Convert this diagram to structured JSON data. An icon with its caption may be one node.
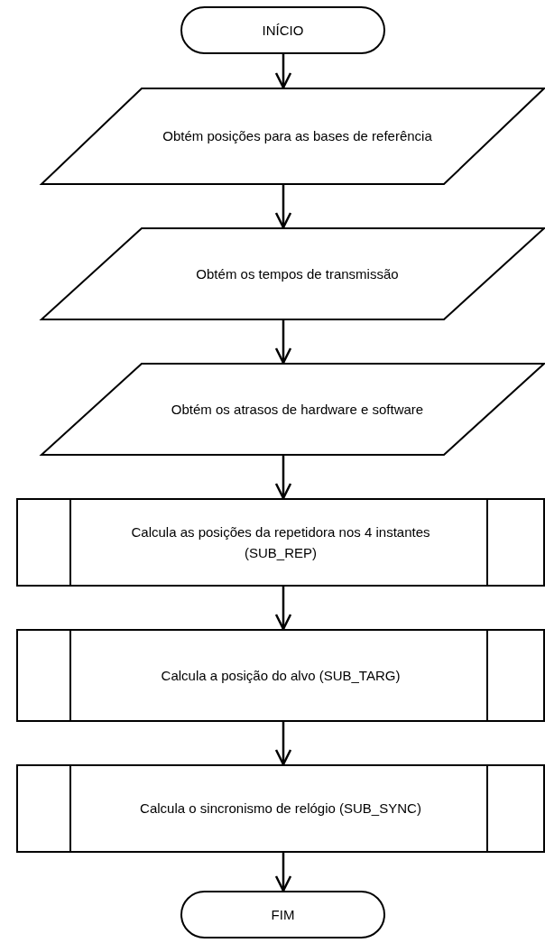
{
  "diagram": {
    "nodes": [
      {
        "text": [
          "INÍCIO"
        ]
      },
      {
        "text": [
          "Obtém posições para as bases de referência"
        ]
      },
      {
        "text": [
          "Obtém os tempos de transmissão"
        ]
      },
      {
        "text": [
          "Obtém os atrasos de hardware e software"
        ]
      },
      {
        "text": [
          "Calcula as posições da repetidora nos 4 instantes (SUB_REP)"
        ]
      },
      {
        "text": [
          "Calcula a posição do alvo (SUB_TARG)"
        ]
      },
      {
        "text": [
          "Calcula o sincronismo de relógio (SUB_SYNC)"
        ]
      },
      {
        "text": [
          "FIM"
        ]
      }
    ],
    "edges": [
      {
        "from": 0,
        "to": 1,
        "arrow": "to"
      },
      {
        "from": 1,
        "to": 2,
        "arrow": "to"
      },
      {
        "from": 2,
        "to": 3,
        "arrow": "to"
      },
      {
        "from": 3,
        "to": 4,
        "arrow": "to"
      },
      {
        "from": 4,
        "to": 5,
        "arrow": "to"
      },
      {
        "from": 5,
        "to": 6,
        "arrow": "to"
      },
      {
        "from": 6,
        "to": 7,
        "arrow": "to"
      }
    ]
  }
}
